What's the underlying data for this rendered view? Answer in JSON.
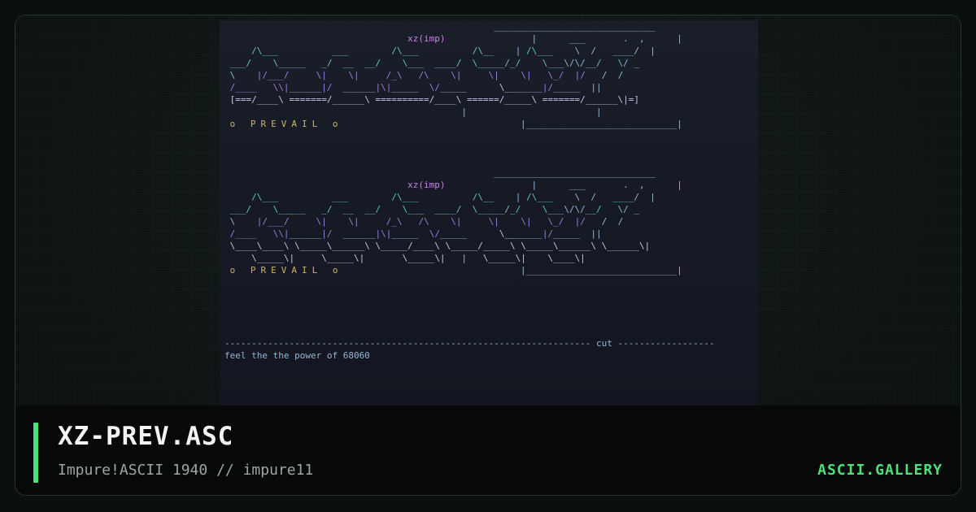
{
  "art": {
    "title": "XZ-PREV.ASC",
    "subtitle": "Impure!ASCII 1940 // impure11",
    "block1_tag": "xz(imp)",
    "block2_tag": "xz(imp)",
    "prevail_line1": "o PREVAIL o",
    "prevail_line2": "o PREVAIL o",
    "divider_label": "cut",
    "footer_text": "feel the the power of 68060"
  },
  "brand": {
    "label": "ASCII.GALLERY"
  },
  "colors": {
    "accent": "#4fe07a",
    "background": "#0b0f0e",
    "preview_bg": "#171a24"
  }
}
